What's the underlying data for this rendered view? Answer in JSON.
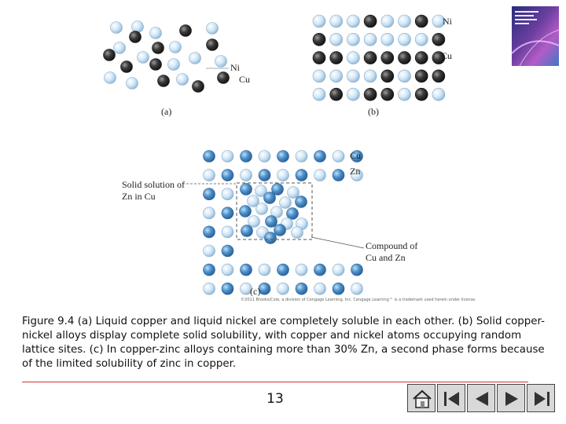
{
  "labels": {
    "panel_a": "(a)",
    "panel_b": "(b)",
    "panel_c": "(c)",
    "a_ni": "Ni",
    "a_cu": "Cu",
    "b_ni": "Ni",
    "b_cu": "Cu",
    "c_cu": "Cu",
    "c_zn": "Zn",
    "solid_solution": "Solid solution of Zn in Cu",
    "compound": "Compound of Cu and Zn"
  },
  "copyright": "©2011 Brooks/Cole, a division of Cengage Learning, Inc. Cengage Learning™ is a trademark used herein under license.",
  "caption": "Figure 9.4 (a) Liquid copper and liquid nickel are completely soluble in each other. (b) Solid copper-nickel alloys display complete solid solubility, with copper and nickel atoms occupying random lattice sites. (c) In copper-zinc alloys containing more than 30% Zn, a second phase forms because of the limited solubility of zinc in copper.",
  "page_number": "13",
  "colors": {
    "copper_atom": "#cfe6f7",
    "nickel_atom": "#3a3a3a",
    "zinc_atom": "#3f82bf",
    "rule": "#cc3333",
    "nav_button": "#d8d8d8"
  },
  "nav": {
    "home_icon": "home-icon",
    "first_icon": "first-page-icon",
    "prev_icon": "previous-page-icon",
    "next_icon": "next-page-icon",
    "last_icon": "last-page-icon"
  },
  "cover_icon": "book-cover-thumbnail"
}
